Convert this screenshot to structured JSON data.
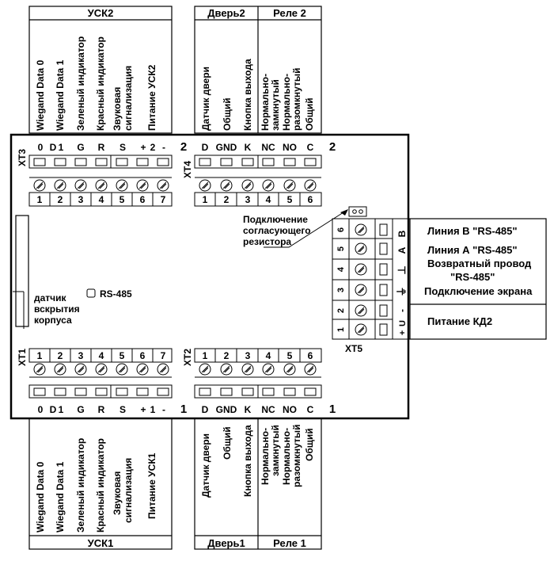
{
  "top_panel": {
    "usk2": {
      "title": "УСК2",
      "cols": [
        "Wiegand Data 0",
        "Wiegand Data 1",
        "Зеленый индикатор",
        "Красный индикатор",
        "Звуковая",
        "сигнализация",
        "Питание УСК2"
      ]
    },
    "door2": {
      "title": "Дверь2",
      "cols": [
        "Датчик двери",
        "Общий",
        "Кнопка выхода"
      ]
    },
    "relay2": {
      "title": "Реле 2",
      "cols": [
        "Нормально-",
        "замкнутый",
        "Нормально-",
        "разомкнутый",
        "Общий"
      ]
    }
  },
  "bottom_panel": {
    "usk1": {
      "title": "УСК1",
      "cols": [
        "Wiegand Data 0",
        "Wiegand Data 1",
        "Зеленый индикатор",
        "Красный индикатор",
        "Звуковая",
        "сигнализация",
        "Питание УСК1"
      ]
    },
    "door1": {
      "title": "Дверь1",
      "cols": [
        "Датчик двери",
        "Общий",
        "Кнопка выхода"
      ]
    },
    "relay1": {
      "title": "Реле 1",
      "cols": [
        "Нормально-",
        "замкнутый",
        "Нормально-",
        "разомкнутый",
        "Общий"
      ]
    }
  },
  "xt3": {
    "name": "XT3",
    "signals": [
      "0",
      "D",
      "1",
      "G",
      "R",
      "S",
      "+",
      "2",
      "-"
    ],
    "pins": [
      "1",
      "2",
      "3",
      "4",
      "5",
      "6",
      "7"
    ],
    "group": "2"
  },
  "xt4": {
    "name": "XT4",
    "signals": [
      "D",
      "GND",
      "K",
      "NC",
      "NO",
      "C"
    ],
    "pins": [
      "1",
      "2",
      "3",
      "4",
      "5",
      "6"
    ],
    "group": "2"
  },
  "xt1": {
    "name": "XT1",
    "signals": [
      "0",
      "D",
      "1",
      "G",
      "R",
      "S",
      "+",
      "1",
      "-"
    ],
    "pins": [
      "1",
      "2",
      "3",
      "4",
      "5",
      "6",
      "7"
    ],
    "group": "1"
  },
  "xt2": {
    "name": "XT2",
    "signals": [
      "D",
      "GND",
      "K",
      "NC",
      "NO",
      "C"
    ],
    "pins": [
      "1",
      "2",
      "3",
      "4",
      "5",
      "6"
    ],
    "group": "1"
  },
  "xt5": {
    "name": "XT5",
    "pins": [
      "6",
      "5",
      "4",
      "3",
      "2",
      "1"
    ],
    "signals": [
      "B",
      "A",
      "⊥",
      "⏚",
      "-",
      "U",
      "+"
    ],
    "labels": [
      "Линия В \"RS-485\"",
      "Линия А \"RS-485\"",
      "Возвратный провод",
      "\"RS-485\"",
      "Подключение экрана",
      "Питание КД2"
    ]
  },
  "annotations": {
    "resistor": [
      "Подключение",
      "согласующего",
      "резистора"
    ],
    "tamper": [
      "датчик",
      "вскрытия",
      "корпуса"
    ],
    "rs485_led": "RS-485"
  }
}
